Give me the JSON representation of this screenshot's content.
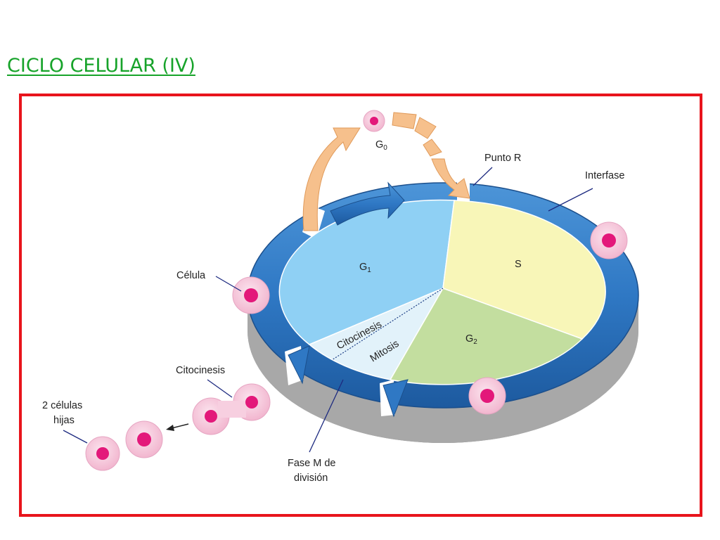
{
  "title": "CICLO CELULAR (IV)",
  "labels": {
    "g0": "G",
    "g0_sub": "0",
    "punto_r": "Punto R",
    "interfase": "Interfase",
    "g1": "G",
    "g1_sub": "1",
    "s": "S",
    "g2": "G",
    "g2_sub": "2",
    "celula": "Célula",
    "citocinesis_outer": "Citocinesis",
    "citocinesis_inner": "Citocinesis",
    "mitosis": "Mitosis",
    "hijas_line1": "2 células",
    "hijas_line2": "hijas",
    "fase_m_line1": "Fase M de",
    "fase_m_line2": "división"
  },
  "colors": {
    "title": "#17a32a",
    "frame": "#e8141c",
    "ring": "#2f78c4",
    "g1": "#8fd0f4",
    "s": "#f8f6b8",
    "g2": "#c3de9f",
    "mitosis": "#e2f2fa",
    "g0_arrow": "#f6c08c",
    "cell_outer": "#f7c9dc",
    "cell_nucleus": "#e3187a"
  }
}
